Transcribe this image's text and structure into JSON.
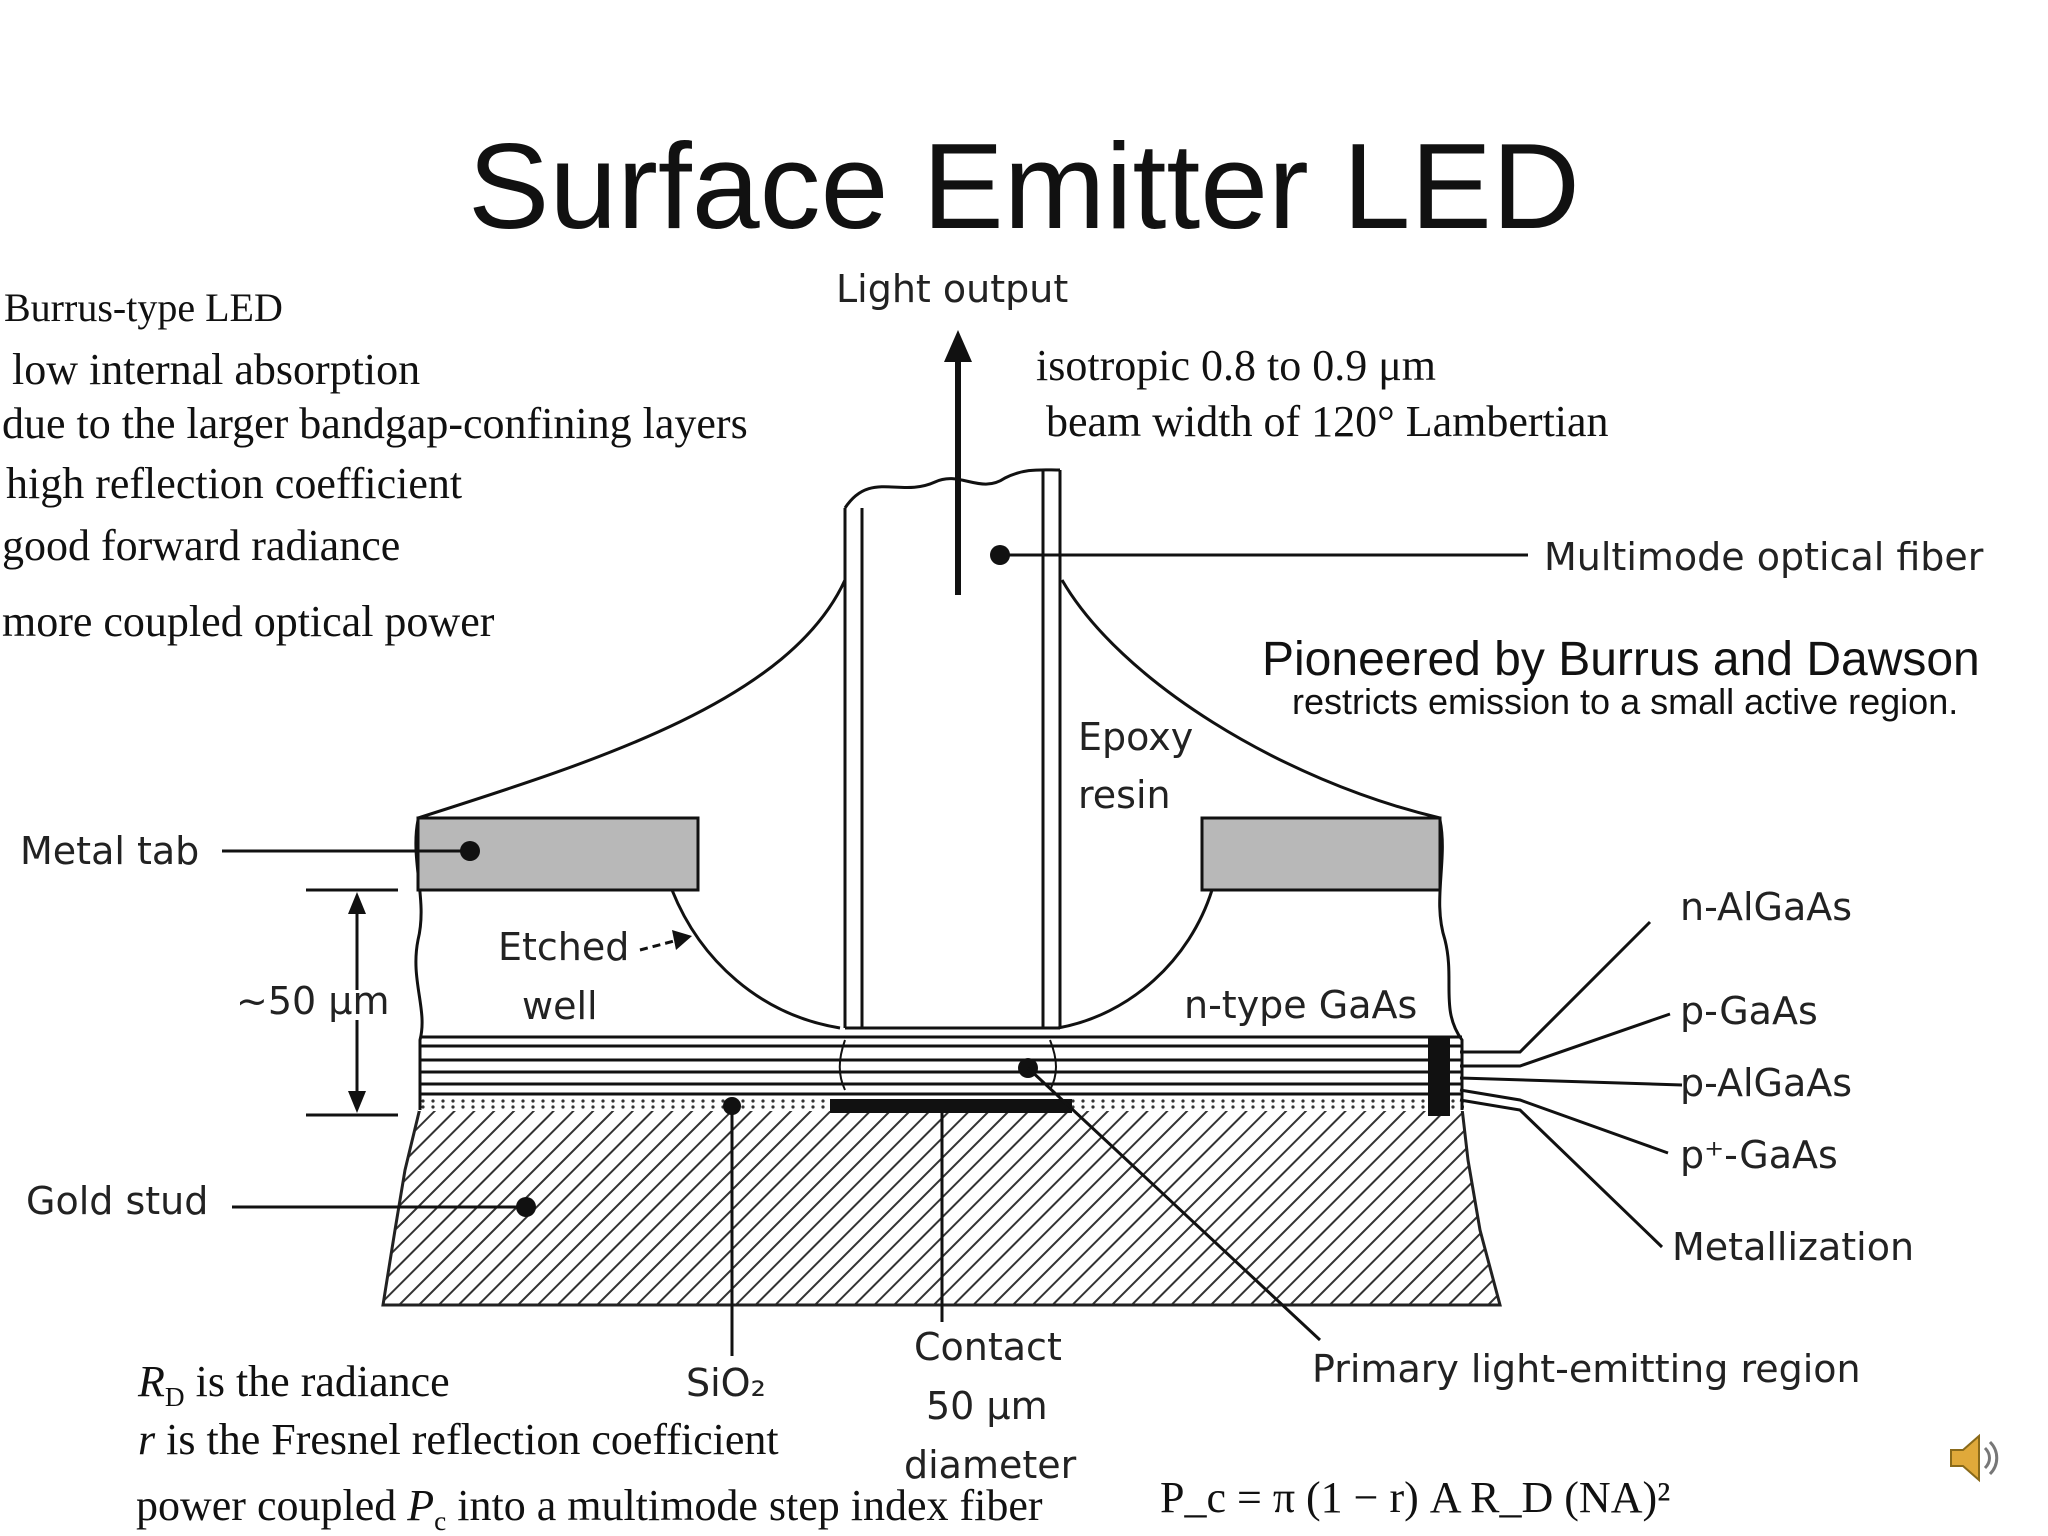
{
  "slide": {
    "title": "Surface Emitter LED"
  },
  "left_notes": [
    "Burrus-type LED",
    "low internal absorption",
    "due to the larger bandgap-confining layers",
    "high reflection coefficient",
    "good forward radiance",
    "more coupled optical power"
  ],
  "beam_notes": {
    "line1_prefix": "isotropic",
    "line1_range": "0.8 to 0.9 μm",
    "line2": "beam width of 120° Lambertian"
  },
  "callout": {
    "headline": "Pioneered by Burrus and Dawson",
    "subline": "restricts emission to a small active region."
  },
  "diagram_labels": {
    "light_output": "Light output",
    "fiber": "Multimode optical fiber",
    "epoxy_1": "Epoxy",
    "epoxy_2": "resin",
    "metal_tab": "Metal tab",
    "etched_1": "Etched",
    "etched_2": "well",
    "thickness": "~50 μm",
    "n_type": "n-type GaAs",
    "n_algaas": "n-AlGaAs",
    "p_gaas": "p-GaAs",
    "p_algaas": "p-AlGaAs",
    "p_plus_gaas": "p⁺-GaAs",
    "metallization": "Metallization",
    "gold_stud": "Gold stud",
    "sio2": "SiO₂",
    "contact_1": "Contact",
    "contact_2": "50 μm",
    "contact_3": "diameter",
    "primary_region": "Primary light-emitting region"
  },
  "formula_notes": {
    "rd_symbol": "R",
    "rd_sub": "D",
    "rd_text": "is the radiance",
    "r_symbol": "r",
    "r_text": "is the Fresnel reflection coefficient",
    "power_text_1": "power coupled",
    "power_symbol": "P",
    "power_sub": "c",
    "power_text_2": "into a multimode step index fiber",
    "equation": "P_c = π (1 − r) A R_D (NA)²"
  },
  "icons": {
    "speaker": "speaker-icon"
  },
  "colors": {
    "ink": "#111111",
    "metal_tab_fill": "#b8b8b8",
    "hatch": "#333333"
  }
}
